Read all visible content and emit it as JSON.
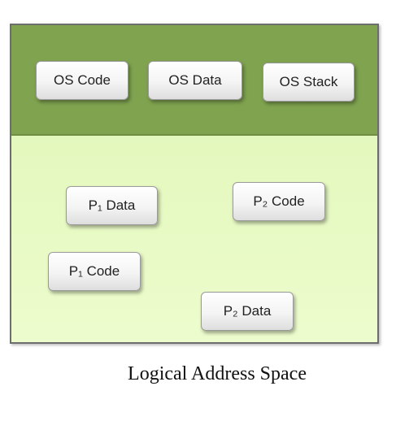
{
  "diagram": {
    "os_segments": [
      {
        "label": "OS Code"
      },
      {
        "label": "OS Data"
      },
      {
        "label": "OS Stack"
      }
    ],
    "process_segments": [
      {
        "label": "P₁ Data"
      },
      {
        "label": "P₂ Code"
      },
      {
        "label": "P₁ Code"
      },
      {
        "label": "P₂ Data"
      }
    ],
    "caption": "Logical Address Space"
  }
}
